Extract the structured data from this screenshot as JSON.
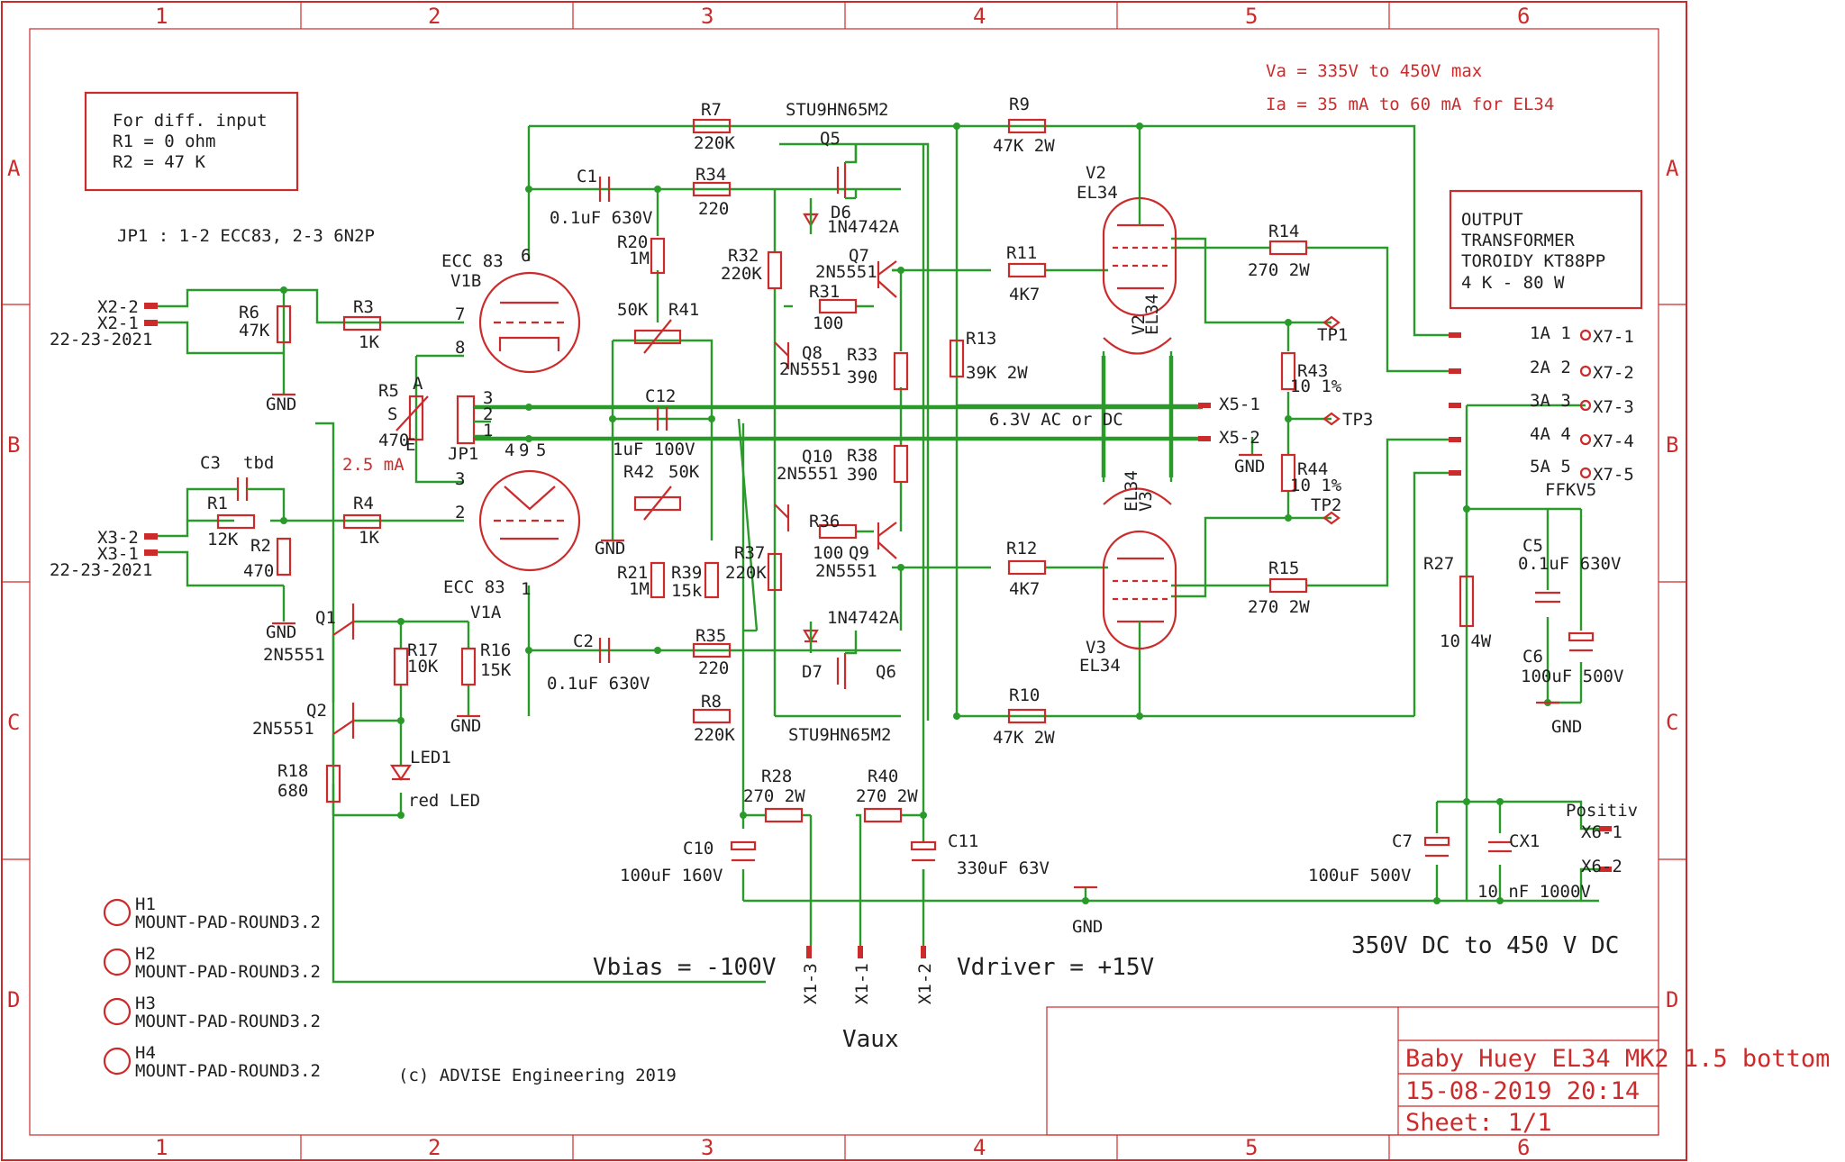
{
  "frame": {
    "columns": [
      "1",
      "2",
      "3",
      "4",
      "5",
      "6"
    ],
    "rows": [
      "A",
      "B",
      "C",
      "D"
    ]
  },
  "notes": {
    "diff_input": [
      "For diff. input",
      "R1 = 0 ohm",
      "R2 = 47 K"
    ],
    "jp1": "JP1 : 1-2 ECC83, 2-3 6N2P",
    "va": "Va = 335V to 450V max",
    "ia": "Ia = 35 mA to 60 mA for EL34",
    "transformer": [
      "OUTPUT",
      "TRANSFORMER",
      "TOROIDY KT88PP",
      "4 K - 80 W"
    ],
    "heater": "6.3V AC or DC",
    "r5_current": "2.5 mA",
    "vbias": "Vbias = -100V",
    "vdriver": "Vdriver = +15V",
    "vaux": "Vaux",
    "supply": "350V DC to 450 V DC",
    "copyright": "(c) ADVISE Engineering 2019"
  },
  "title_block": {
    "title": "Baby Huey EL34  MK2 1.5 bottom",
    "date": "15-08-2019 20:14",
    "sheet": "Sheet: 1/1"
  },
  "labels": {
    "x22": "X2-2",
    "x21": "X2-1",
    "x2_nums": "22-23-2021",
    "x32": "X3-2",
    "x31": "X3-1",
    "x3_nums": "22-23-2021",
    "r6": "R6",
    "r6v": "47K",
    "r3": "R3",
    "r3v": "1K",
    "r1": "R1",
    "r1v": "12K",
    "r2": "R2",
    "r2v": "470",
    "r4": "R4",
    "r4v": "1K",
    "c3": "C3",
    "c3v": "tbd",
    "gnd": "GND",
    "r5": "R5",
    "r5v": "470",
    "r5s": "S",
    "r5a": "A",
    "r5e": "E",
    "jp1": "JP1",
    "jp_p3": "3",
    "jp_p2": "2",
    "jp_p1": "1",
    "v1b": "V1B",
    "ecc83_top": "ECC 83",
    "v1a": "V1A",
    "ecc83_bot": "ECC 83",
    "pin6": "6",
    "pin7": "7",
    "pin8": "8",
    "pin3": "3",
    "pin2": "2",
    "pin1": "1",
    "pin4": "4",
    "pin9": "9",
    "pin5": "5",
    "q1": "Q1",
    "q1v": "2N5551",
    "q2": "Q2",
    "q2v": "2N5551",
    "r17": "R17",
    "r17v": "10K",
    "r16": "R16",
    "r16v": "15K",
    "r18": "R18",
    "r18v": "680",
    "led1": "LED1",
    "led1v": "red  LED",
    "c1": "C1",
    "c1v": "0.1uF 630V",
    "r7": "R7",
    "r7v": "220K",
    "r34": "R34",
    "r34v": "220",
    "r20": "R20",
    "r20v": "1M",
    "r41": "R41",
    "r41v": "50K",
    "c12": "C12",
    "c12v": "1uF 100V",
    "r42": "R42",
    "r42v": "50K",
    "r21": "R21",
    "r21v": "1M",
    "r39": "R39",
    "r39v": "15k",
    "c2": "C2",
    "c2v": "0.1uF 630V",
    "r35": "R35",
    "r35v": "220",
    "r8": "R8",
    "r8v": "220K",
    "q5": "Q5",
    "q5v": "STU9HN65M2",
    "d6": "D6",
    "d6v": "1N4742A",
    "r32": "R32",
    "r32v": "220K",
    "q7": "Q7",
    "q7v": "2N5551",
    "r31": "R31",
    "r31v": "100",
    "q8": "Q8",
    "q8v": "2N5551",
    "r33": "R33",
    "r33v": "390",
    "q10": "Q10",
    "q10v": "2N5551",
    "r38": "R38",
    "r38v": "390",
    "r36": "R36",
    "r36v": "100",
    "q9": "Q9",
    "q9v": "2N5551",
    "r37": "R37",
    "r37v": "220K",
    "d7": "D7",
    "d7v": "1N4742A",
    "q6": "Q6",
    "q6v": "STU9HN65M2",
    "r9": "R9",
    "r9v": "47K 2W",
    "r11": "R11",
    "r11v": "4K7",
    "r13": "R13",
    "r13v": "39K 2W",
    "r12": "R12",
    "r12v": "4K7",
    "r10": "R10",
    "r10v": "47K 2W",
    "v2": "V2",
    "v2t": "EL34",
    "v3": "V3",
    "v3t": "EL34",
    "v2h": "V2",
    "v2ht": "EL34",
    "v3h": "V3",
    "v3ht": "EL34",
    "r14": "R14",
    "r14v": "270 2W",
    "r15": "R15",
    "r15v": "270 2W",
    "tp1": "TP1",
    "tp2": "TP2",
    "tp3": "TP3",
    "r43": "R43",
    "r43v": "10 1%",
    "r44": "R44",
    "r44v": "10 1%",
    "x51": "X5-1",
    "x52": "X5-2",
    "x71": "X7-1",
    "x72": "X7-2",
    "x73": "X7-3",
    "x74": "X7-4",
    "x75": "X7-5",
    "p1a": "1A 1",
    "p2a": "2A 2",
    "p3a": "3A 3",
    "p4a": "4A 4",
    "p5a": "5A 5",
    "ffkv": "FFKV5",
    "r27": "R27",
    "r27v": "10 4W",
    "c5": "C5",
    "c5v": "0.1uF 630V",
    "c6": "C6",
    "c6v": "100uF 500V",
    "r28": "R28",
    "r28v": "270 2W",
    "r40": "R40",
    "r40v": "270 2W",
    "c10": "C10",
    "c10v": "100uF 160V",
    "c11": "C11",
    "c11v": "330uF 63V",
    "c7": "C7",
    "c7v": "100uF 500V",
    "cx1": "CX1",
    "cx1v": "10 nF 1000V",
    "positiv": "Positiv",
    "x61": "X6-1",
    "x62": "X6-2",
    "x13": "X1-3",
    "x11": "X1-1",
    "x12": "X1-2",
    "h1": "H1",
    "h2": "H2",
    "h3": "H3",
    "h4": "H4",
    "mount": "MOUNT-PAD-ROUND3.2"
  }
}
